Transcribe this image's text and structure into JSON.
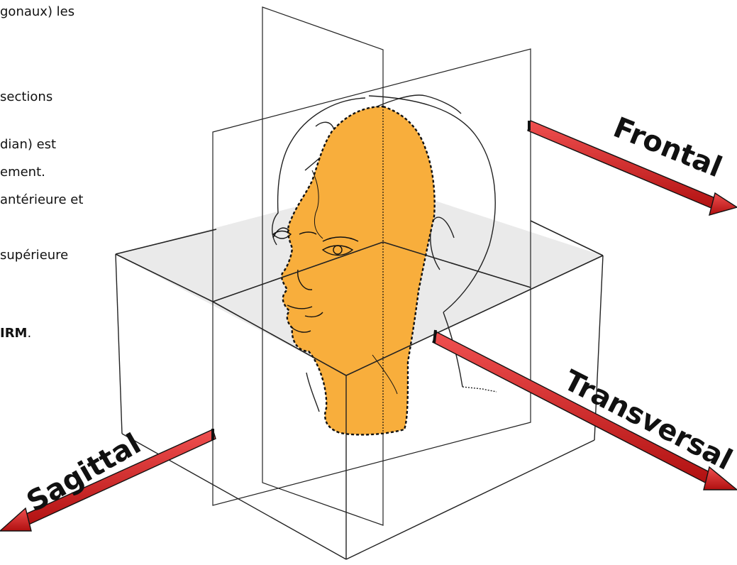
{
  "text_fragments": [
    "gonaux) les",
    "sections",
    "dian) est",
    "ement.",
    "antérieure et",
    "supérieure",
    "IRM",
    "."
  ],
  "planes": {
    "frontal_label": "Frontal",
    "transversal_label": "Transversal",
    "sagittal_label": "Sagittal"
  },
  "colors": {
    "highlight": "#F8AE3C",
    "arrow": "#D62020",
    "lines": "#222222",
    "transverse_plane_fill": "#E6E6E6"
  }
}
